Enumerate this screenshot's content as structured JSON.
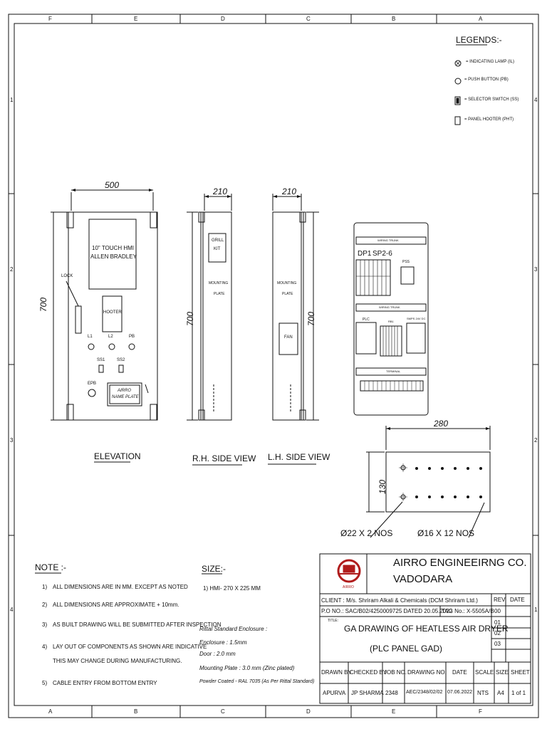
{
  "border": {
    "top_cols": [
      "F",
      "E",
      "D",
      "C",
      "B",
      "A"
    ],
    "bottom_cols": [
      "A",
      "B",
      "C",
      "D",
      "E",
      "F"
    ],
    "left_rows": [
      "1",
      "2",
      "3",
      "4"
    ],
    "right_rows": [
      "4",
      "3",
      "2",
      "1"
    ]
  },
  "legends": {
    "title": "LEGENDS:-",
    "items": [
      {
        "icon": "indicating-lamp-icon",
        "label": "= INDICATING LAMP (IL)"
      },
      {
        "icon": "push-button-icon",
        "label": "= PUSH BUTTON (PB)"
      },
      {
        "icon": "selector-switch-icon",
        "label": "= SELECTOR SWITCH (SS)"
      },
      {
        "icon": "panel-hooter-icon",
        "label": "= PANEL HOOTER (PHT)"
      }
    ]
  },
  "elevation": {
    "width_dim": "500",
    "height_dim": "700",
    "hmi_line1": "10\" TOUCH HMI",
    "hmi_line2": "ALLEN BRADLEY",
    "lock": "LOCK",
    "hooter": "HOOTER",
    "l1": "L1",
    "l2": "L2",
    "pb": "PB",
    "ss1": "SS1",
    "ss2": "SS2",
    "epb": "EPB",
    "nameplate_1": "AIRRO",
    "nameplate_2": "NAME PLATE",
    "caption": "ELEVATION"
  },
  "rh_view": {
    "width_dim": "210",
    "height_dim": "700",
    "grill_1": "GRILL",
    "grill_2": "KIT",
    "mounting_1": "MOUNTING",
    "mounting_2": "PLATE",
    "caption": "R.H. SIDE VIEW"
  },
  "lh_view": {
    "width_dim": "210",
    "height_dim": "700",
    "mounting_1": "MOUNTING",
    "mounting_2": "PLATE",
    "fan": "FAN",
    "caption": "L.H. SIDE VIEW"
  },
  "mounting_plate": {
    "trunk_top": "WIRING TRUNK",
    "dp1": "DP1",
    "sp26": "SP2-6",
    "pss": "PSS",
    "trunk_mid": "WIRING TRUNK",
    "plc": "PLC",
    "rb1": "RB1",
    "smps": "SMPS 24V DC",
    "terminal": "TERMINAL"
  },
  "gland_plate": {
    "width_dim": "280",
    "height_dim": "130",
    "hole_large": "Ø22 X 2 NOS",
    "hole_small": "Ø16 X 12 NOS"
  },
  "notes": {
    "title": "NOTE :-",
    "items": [
      {
        "num": "1)",
        "lines": [
          "ALL DIMENSIONS ARE IN MM. EXCEPT AS NOTED"
        ]
      },
      {
        "num": "2)",
        "lines": [
          "ALL DIMENSIONS ARE APPROXIMATE + 10mm."
        ]
      },
      {
        "num": "3)",
        "lines": [
          "AS BUILT DRAWING WILL BE SUBMITTED AFTER INSPECTION"
        ]
      },
      {
        "num": "4)",
        "lines": [
          "LAY OUT OF COMPONENTS AS SHOWN ARE INDICATIVE",
          "THIS MAY CHANGE DURING MANUFACTURING."
        ]
      },
      {
        "num": "5)",
        "lines": [
          "CABLE ENTRY FROM BOTTOM ENTRY"
        ]
      }
    ]
  },
  "size": {
    "title": "SIZE:-",
    "item": "1)   HMI- 270 X 225 MM"
  },
  "enclosure": {
    "title": "Rittal Standard Enclosure :",
    "enclosure": "Enclosure : 1.5mm",
    "door": "Door : 2.0 mm",
    "mounting": "Mounting Plate : 3.0 mm (Zinc plated)",
    "powder": "Powder Coated  - RAL 7035 (As Per Rittal Standard)"
  },
  "title_block": {
    "company": "AIRRO ENGINEEIRNG CO.",
    "city": "VADODARA",
    "logo_text": "AIRRO",
    "client": "CLIENT : M/s. Shriram Alkali & Chemicals (DCM Shriram Ltd.)",
    "po": "P.O NO.: SAC/B02/4250009725 DATED 20.05.2022",
    "tag": "TAG No.: X-5505A/B",
    "title_label": "TITLE:",
    "title_1": "GA DRAWING OF HEATLESS AIR DRYER",
    "title_2": "(PLC PANEL GAD)",
    "rev_header": "REV",
    "date_header": "DATE",
    "revs": [
      "00",
      "01",
      "02",
      "03"
    ],
    "headers": [
      "DRAWN BY",
      "CHECKED BY",
      "JOB NO.",
      "DRAWING NO.",
      "DATE",
      "SCALE",
      "SIZE",
      "SHEET"
    ],
    "values": [
      "APURVA",
      "JP SHARMA",
      "2348",
      "AEC/2348/02/02",
      "07.06.2022",
      "NTS",
      "A4",
      "1 of 1"
    ]
  }
}
